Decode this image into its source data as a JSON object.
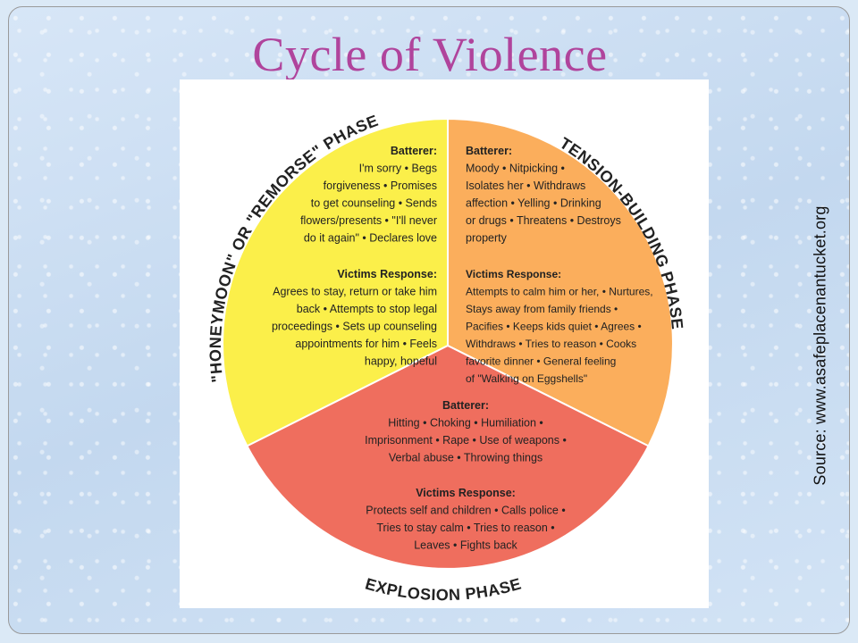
{
  "title": "Cycle of Violence",
  "source": "Source: www.asafeplacenantucket.org",
  "colors": {
    "title": "#b0449c",
    "honeymoon": "#fbef4a",
    "tension": "#fbae5c",
    "explosion": "#ef6e5e"
  },
  "phases": {
    "honeymoon": {
      "label": "\"HONEYMOON\" OR \"REMORSE\" PHASE",
      "batterer_heading": "Batterer:",
      "batterer_lines": [
        "I'm sorry • Begs",
        "forgiveness • Promises",
        "to get counseling • Sends",
        "flowers/presents • \"I'll never",
        "do it again\" • Declares love"
      ],
      "victim_heading": "Victims Response:",
      "victim_lines": [
        "Agrees to stay, return or take him",
        "back • Attempts to stop legal",
        "proceedings • Sets up counseling",
        "appointments for him • Feels",
        "happy, hopeful"
      ]
    },
    "tension": {
      "label": "TENSION-BUILDING PHASE",
      "batterer_heading": "Batterer:",
      "batterer_lines": [
        "Moody • Nitpicking •",
        "Isolates her • Withdraws",
        "affection • Yelling • Drinking",
        "or drugs • Threatens • Destroys",
        "property"
      ],
      "victim_heading": "Victims Response:",
      "victim_lines": [
        "Attempts to calm him or her, • Nurtures,",
        "Stays away from family friends •",
        "Pacifies • Keeps kids quiet • Agrees •",
        "Withdraws • Tries to reason • Cooks",
        "favorite dinner • General feeling",
        "of \"Walking on Eggshells\""
      ]
    },
    "explosion": {
      "label": "EXPLOSION PHASE",
      "batterer_heading": "Batterer:",
      "batterer_lines": [
        "Hitting • Choking • Humiliation •",
        "Imprisonment • Rape • Use of weapons •",
        "Verbal abuse • Throwing things"
      ],
      "victim_heading": "Victims Response:",
      "victim_lines": [
        "Protects self and children • Calls police •",
        "Tries to stay calm • Tries to reason •",
        "Leaves • Fights back"
      ]
    }
  }
}
